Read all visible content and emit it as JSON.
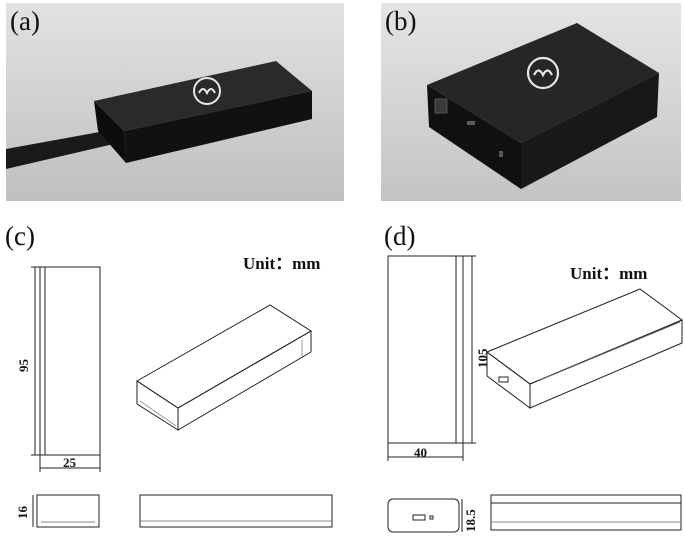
{
  "panels": {
    "a": {
      "label": "(a)"
    },
    "b": {
      "label": "(b)"
    },
    "c": {
      "label": "(c)",
      "unit": "Unit：mm",
      "height_dim": "95",
      "width_dim": "25",
      "depth_dim": "16"
    },
    "d": {
      "label": "(d)",
      "unit": "Unit：mm",
      "height_dim": "105",
      "width_dim": "40",
      "depth_dim": "18.5"
    }
  },
  "icons": {
    "device_logo": "circular-logo-icon",
    "power_port": "power-jack-icon",
    "usb_port": "usb-port-icon"
  },
  "colors": {
    "photo_background": "#cfcfcf",
    "device_body": "#161616",
    "line": "#222222"
  }
}
